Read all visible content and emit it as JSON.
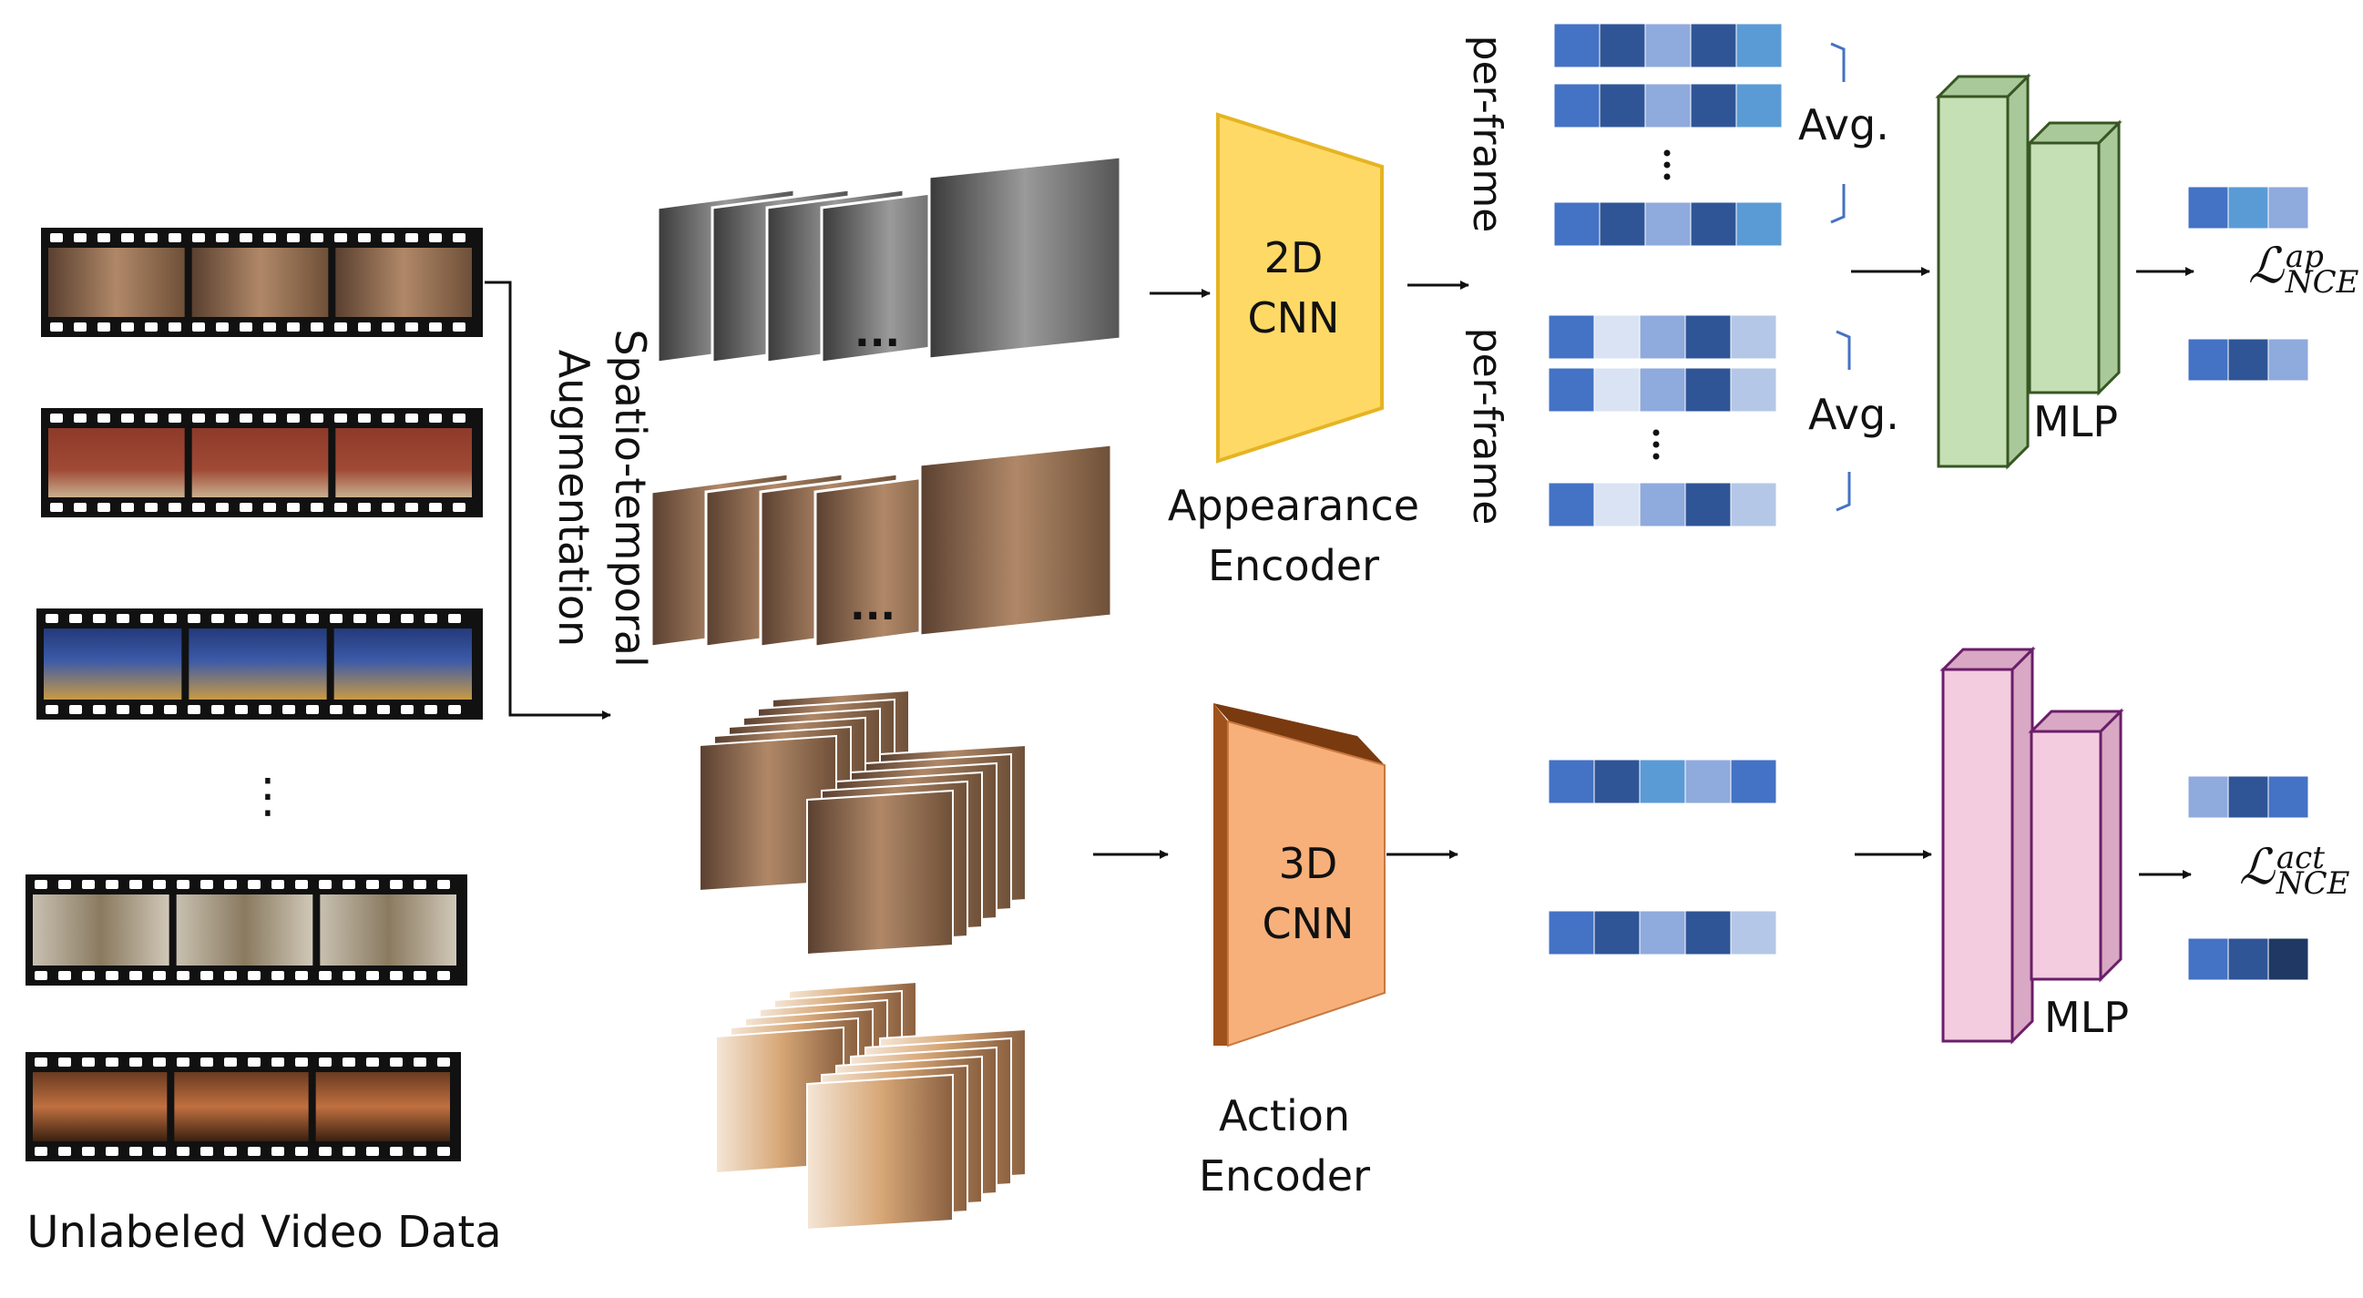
{
  "left_panel": {
    "caption": "Unlabeled Video Data",
    "ellipsis": "⋮"
  },
  "augmentation": {
    "label_line1": "Spatio-temporal",
    "label_line2": "Augmentation",
    "ellipsis": "..."
  },
  "appearance": {
    "encoder_line1": "2D",
    "encoder_line2": "CNN",
    "caption_line1": "Appearance",
    "caption_line2": "Encoder",
    "per_frame_label": "per-frame",
    "avg_label": "Avg.",
    "mlp_label": "MLP",
    "loss_symbol": "ℒ",
    "loss_sup": "ap",
    "loss_sub": "NCE",
    "colors": {
      "cnn_fill": "#FFD966",
      "cnn_stroke": "#E6B422",
      "mlp_fill": "#C5E0B4",
      "mlp_side": "#A9C99A",
      "mlp_stroke": "#375623"
    }
  },
  "action": {
    "encoder_line1": "3D",
    "encoder_line2": "CNN",
    "caption_line1": "Action",
    "caption_line2": "Encoder",
    "mlp_label": "MLP",
    "loss_symbol": "ℒ",
    "loss_sup": "act",
    "loss_sub": "NCE",
    "colors": {
      "cnn_fill": "#F8B07A",
      "cnn_side": "#A0521C",
      "cnn_top": "#7A3A10",
      "mlp_fill": "#F4CCE0",
      "mlp_side": "#D9A8C4",
      "mlp_stroke": "#6A1E6A"
    }
  },
  "feature_palette": {
    "c1": "#4472C4",
    "c2": "#2F5597",
    "c3": "#8FAADC",
    "c4": "#5B9BD5",
    "c5": "#DAE3F3",
    "c6": "#B4C7E7",
    "c7": "#1F3864"
  }
}
